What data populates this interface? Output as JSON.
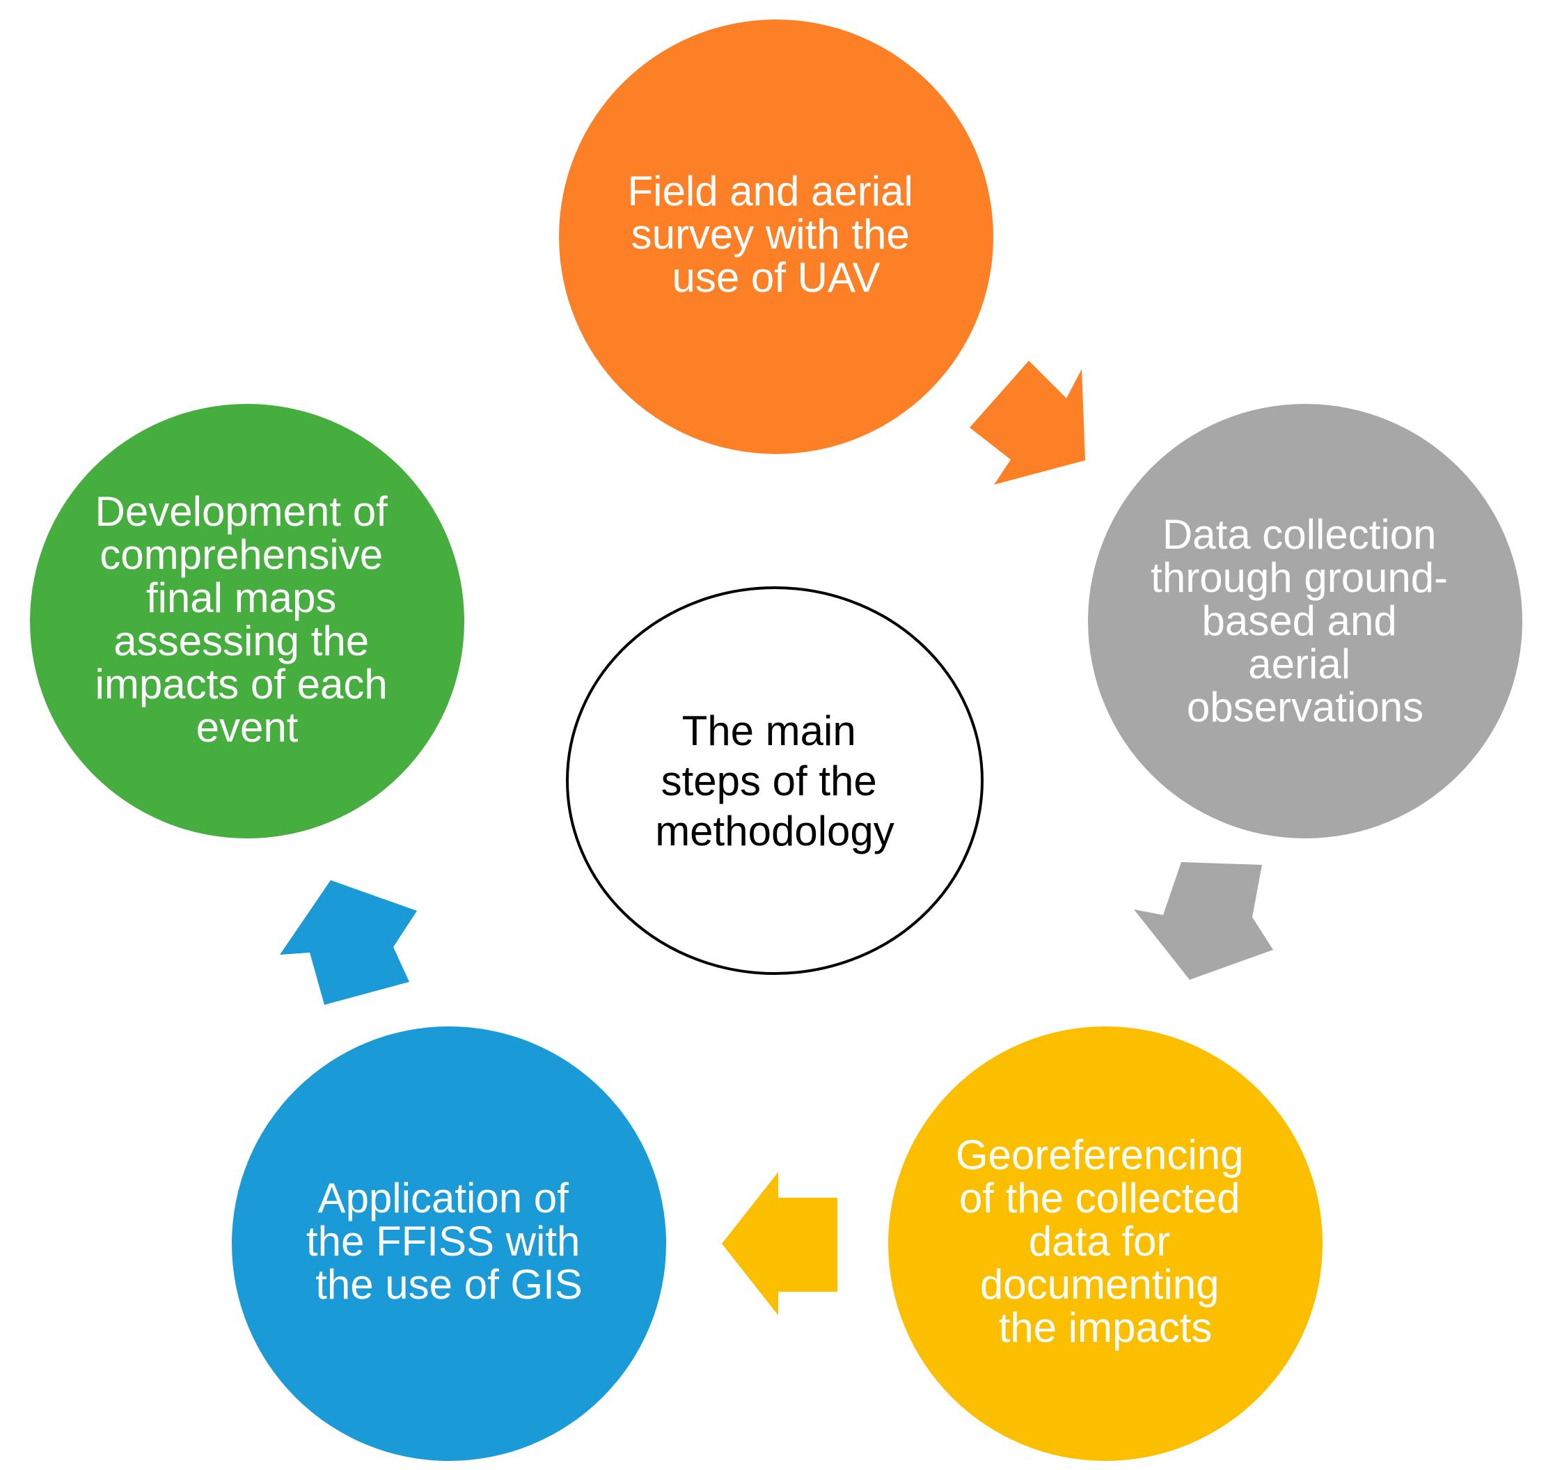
{
  "colors": {
    "orange": "#FD8027",
    "gray": "#A7A7A7",
    "yellow": "#FCBF00",
    "blue": "#1A9AD7",
    "green": "#45AE3E",
    "center_fill": "#FFFFFF",
    "center_stroke": "#000000"
  },
  "center": {
    "lines": [
      "The main",
      "steps of the",
      "methodology"
    ]
  },
  "steps": [
    {
      "color": "orange",
      "lines": [
        "Field and aerial",
        "survey with the",
        "use of UAV"
      ]
    },
    {
      "color": "gray",
      "lines": [
        "Data collection",
        "through ground-",
        "based and",
        "aerial",
        "observations"
      ]
    },
    {
      "color": "yellow",
      "lines": [
        "Georeferencing",
        "of the collected",
        "data for",
        "documenting",
        "the impacts"
      ]
    },
    {
      "color": "blue",
      "lines": [
        "Application of",
        "the FFISS with",
        "the use of GIS"
      ]
    },
    {
      "color": "green",
      "lines": [
        "Development of",
        "comprehensive",
        "final maps",
        "assessing the",
        "impacts of each",
        "event"
      ]
    }
  ],
  "arrows": [
    {
      "from": "orange-step",
      "to": "gray-step",
      "color": "orange"
    },
    {
      "from": "gray-step",
      "to": "yellow-step",
      "color": "gray"
    },
    {
      "from": "yellow-step",
      "to": "blue-step",
      "color": "yellow"
    },
    {
      "from": "blue-step",
      "to": "green-step",
      "color": "blue"
    }
  ]
}
